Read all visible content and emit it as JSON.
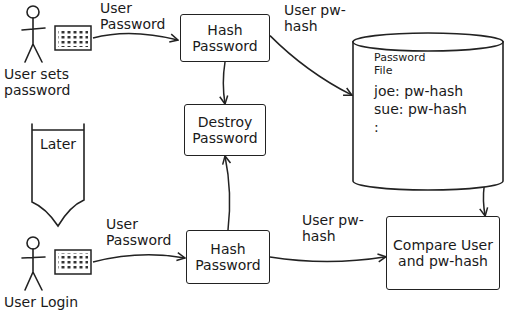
{
  "diagram": {
    "nodes": [
      {
        "text": [
          "Hash Password"
        ]
      },
      {
        "text": [
          "Password File",
          "joe: pw-hash",
          "sue: pw-hash",
          ":"
        ]
      },
      {
        "text": [
          "Destroy Password"
        ]
      },
      {
        "text": [
          "Later"
        ]
      },
      {
        "text": [
          "Hash Password"
        ]
      },
      {
        "text": [
          "Compare User and pw-hash"
        ]
      }
    ],
    "edges": [
      {
        "from": 0,
        "to": 1,
        "label": "User pw-hash",
        "arrow": "to"
      },
      {
        "from": 0,
        "to": 2,
        "arrow": "to"
      },
      {
        "from": 4,
        "to": 2,
        "arrow": "to"
      },
      {
        "from": 4,
        "to": 5,
        "label": "User pw-hash",
        "arrow": "to"
      },
      {
        "from": 1,
        "to": 5,
        "arrow": "to"
      }
    ],
    "labels": [
      "User Password",
      "User sets password",
      "User Login",
      "User Password"
    ]
  }
}
